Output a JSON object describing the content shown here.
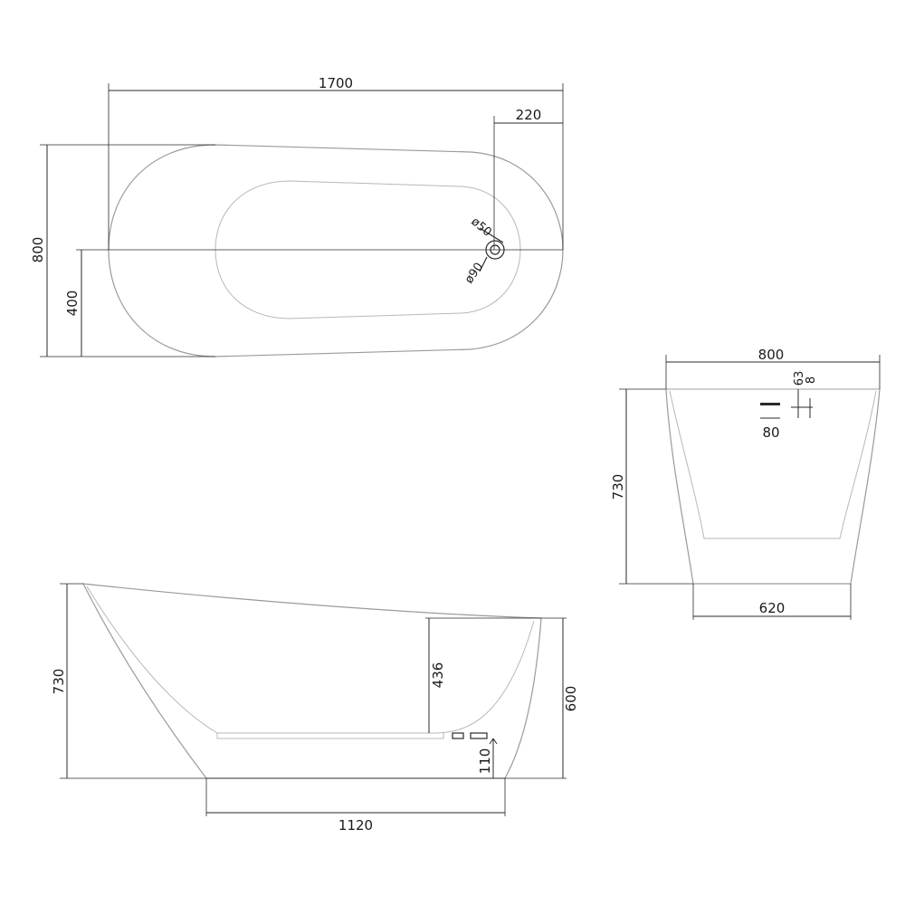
{
  "top_view": {
    "length": "1700",
    "offset": "220",
    "width": "800",
    "half_width": "400",
    "drain_small": "ø50",
    "drain_large": "ø90"
  },
  "end_view": {
    "top_width": "800",
    "base_width": "620",
    "height": "730",
    "overflow_depth": "63",
    "overflow_rim": "8",
    "overflow_width": "80"
  },
  "side_view": {
    "height": "730",
    "inner_depth": "436",
    "rim_height": "600",
    "base_clearance": "110",
    "base_length": "1120"
  }
}
